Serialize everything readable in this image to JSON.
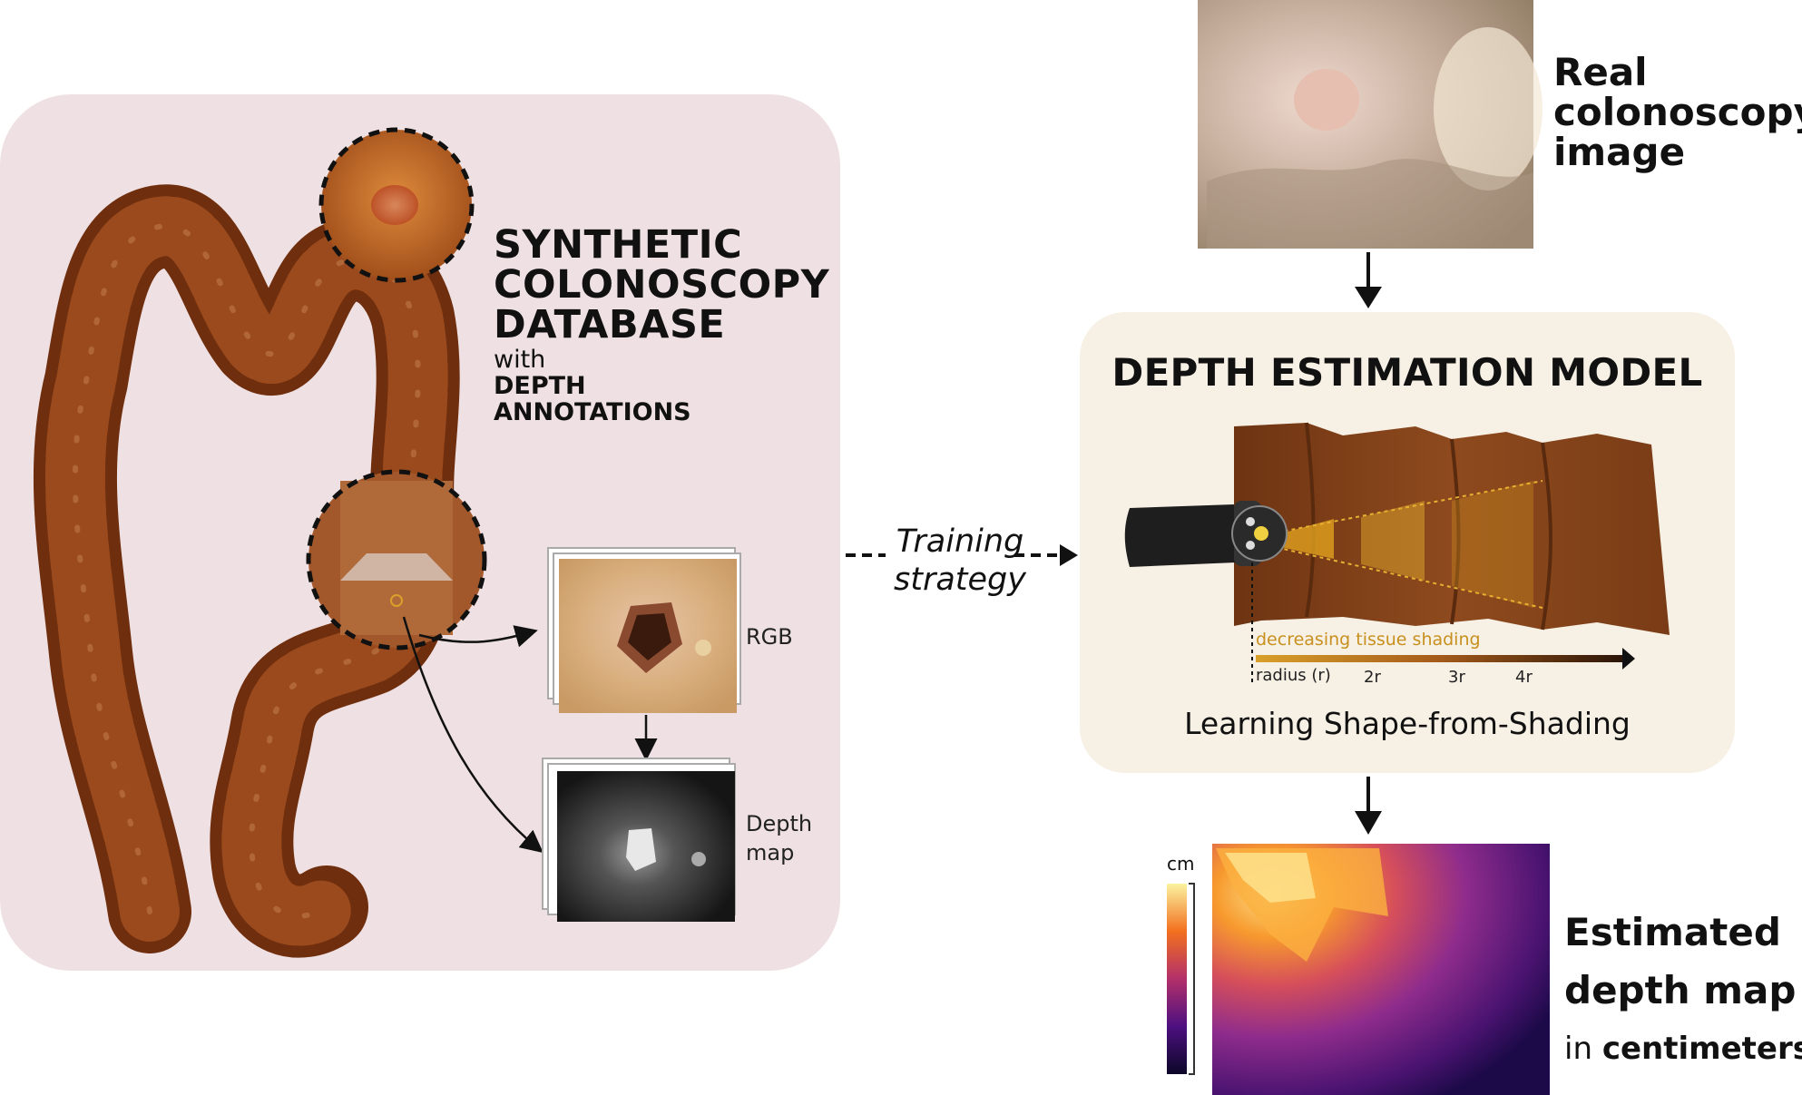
{
  "synthetic": {
    "title_lines": [
      "SYNTHETIC",
      "COLONOSCOPY",
      "DATABASE"
    ],
    "with": "with",
    "ann_lines": [
      "DEPTH",
      "ANNOTATIONS"
    ],
    "rgb_label": "RGB",
    "depth_label_lines": [
      "Depth",
      "map"
    ]
  },
  "training": {
    "lines": [
      "Training",
      "strategy"
    ]
  },
  "real_image": {
    "lines": [
      "Real",
      "colonoscopy",
      "image"
    ]
  },
  "model": {
    "title": "DEPTH ESTIMATION MODEL",
    "decreasing": "decreasing tissue shading",
    "radius": "radius (r)",
    "ticks": [
      "2r",
      "3r",
      "4r"
    ],
    "caption": "Learning Shape-from-Shading"
  },
  "estimated": {
    "lines": [
      "Estimated",
      "depth map"
    ],
    "unit_prefix": "in",
    "unit": "centimeters",
    "colorbar_unit": "cm"
  },
  "colors": {
    "left_panel": "#efe1e3",
    "right_panel": "#f7f0e4",
    "colon": "#8a3a14",
    "shading": "#d99a1e"
  }
}
